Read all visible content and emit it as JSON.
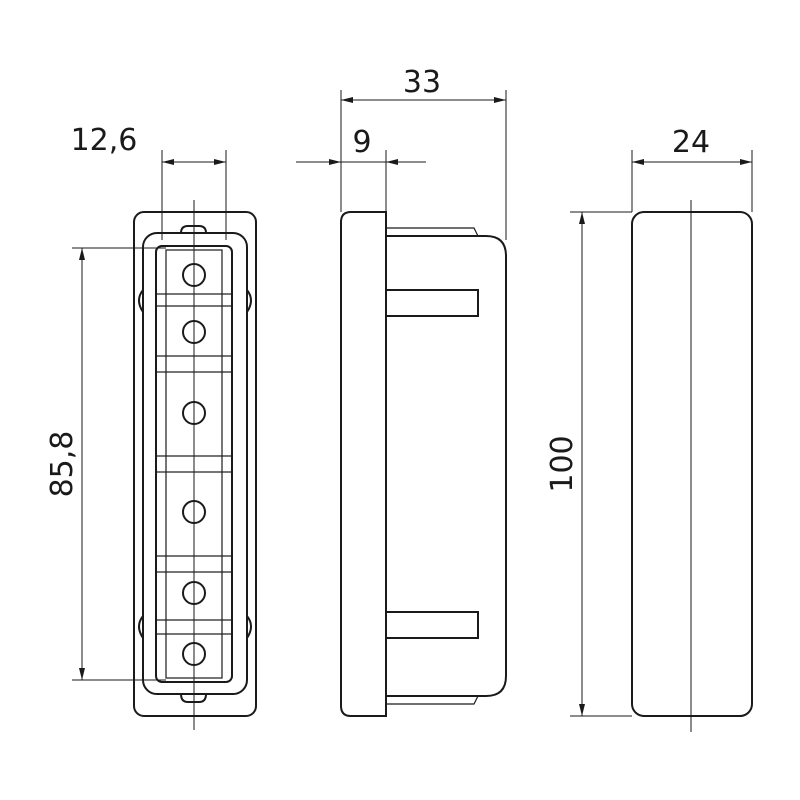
{
  "dimensions": {
    "front_width": "12,6",
    "front_height": "85,8",
    "side_overall_depth": "33",
    "side_flange_depth": "9",
    "end_width": "24",
    "end_height": "100"
  },
  "colors": {
    "line": "#1a1a1a",
    "background": "#ffffff"
  }
}
